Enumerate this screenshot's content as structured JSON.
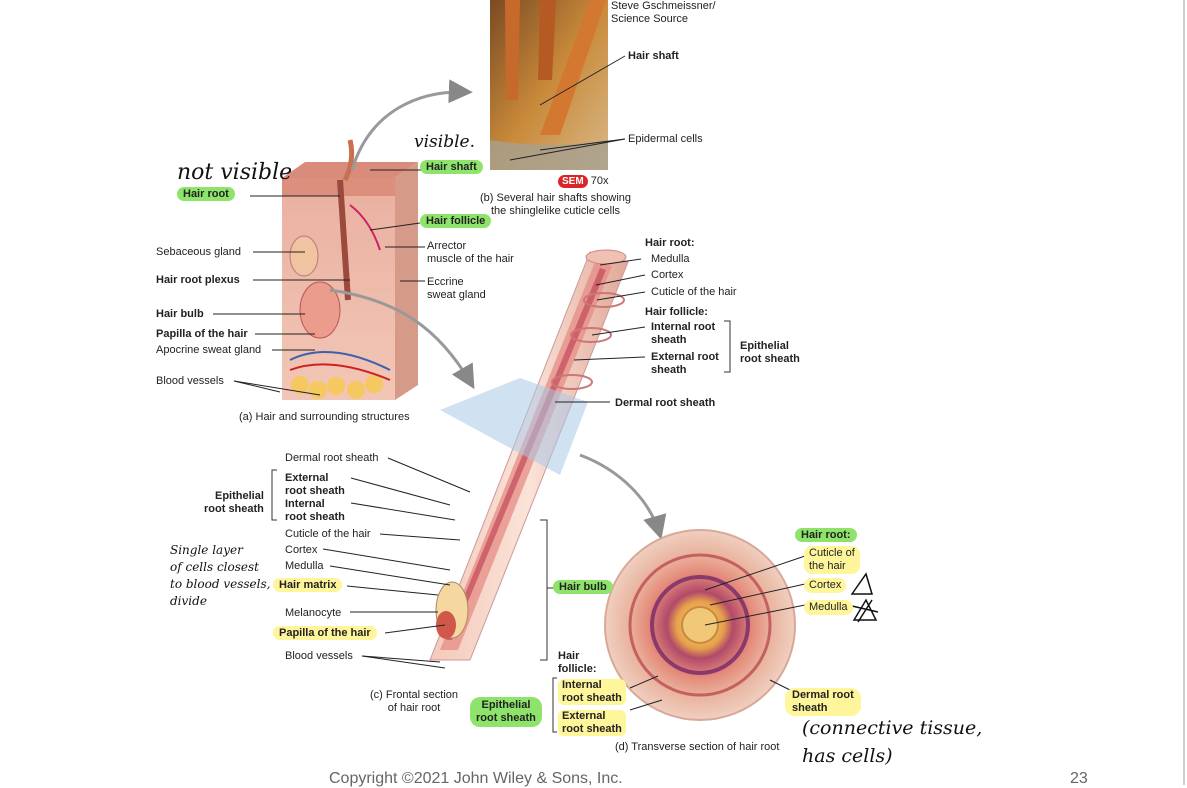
{
  "credit": "Steve Gschmeissner/\nScience Source",
  "panel_b": {
    "hair_shaft": "Hair shaft",
    "epidermal_cells": "Epidermal cells",
    "sem_badge": "SEM",
    "magnification": "70x",
    "caption": "(b) Several hair shafts showing\nthe shinglelike cuticle cells"
  },
  "panel_a": {
    "hair_shaft": "Hair shaft",
    "hair_root": "Hair root",
    "hair_follicle": "Hair follicle",
    "sebaceous_gland": "Sebaceous gland",
    "arrector": "Arrector\nmuscle of the hair",
    "hair_root_plexus": "Hair root plexus",
    "eccrine": "Eccrine\nsweat gland",
    "hair_bulb": "Hair bulb",
    "papilla": "Papilla of the hair",
    "apocrine": "Apocrine sweat gland",
    "blood_vessels": "Blood vessels",
    "caption": "(a) Hair and surrounding structures"
  },
  "panel_upper_root": {
    "hair_root_head": "Hair root:",
    "medulla": "Medulla",
    "cortex": "Cortex",
    "cuticle": "Cuticle of the hair",
    "hair_follicle_head": "Hair follicle:",
    "internal": "Internal root\nsheath",
    "external": "External root\nsheath",
    "epithelial": "Epithelial\nroot sheath",
    "dermal": "Dermal root sheath"
  },
  "panel_c": {
    "dermal": "Dermal root sheath",
    "external": "External\nroot sheath",
    "internal": "Internal\nroot sheath",
    "epithelial": "Epithelial\nroot sheath",
    "cuticle": "Cuticle of the hair",
    "cortex": "Cortex",
    "medulla": "Medulla",
    "hair_matrix": "Hair matrix",
    "melanocyte": "Melanocyte",
    "papilla": "Papilla of the hair",
    "blood_vessels": "Blood vessels",
    "hair_bulb": "Hair bulb",
    "caption": "(c) Frontal section\nof hair root"
  },
  "panel_d": {
    "hair_root_head": "Hair root:",
    "cuticle": "Cuticle of\nthe hair",
    "cortex": "Cortex",
    "medulla": "Medulla",
    "hair_follicle_head": "Hair\nfollicle:",
    "internal": "Internal\nroot sheath",
    "external": "External\nroot sheath",
    "epithelial": "Epithelial\nroot sheath",
    "dermal": "Dermal root\nsheath",
    "caption": "(d) Transverse section of hair root"
  },
  "handwriting": {
    "visible": "visible.",
    "not_visible": "not visible",
    "single_layer": "Single layer\nof cells closest\nto blood vessels,\ndivide",
    "connective": "(connective tissue,\nhas cells)"
  },
  "footer": {
    "copyright": "Copyright ©2021 John Wiley & Sons, Inc.",
    "page_number": "23"
  },
  "colors": {
    "highlight_green": "#8ee36a",
    "highlight_yellow": "#fff59a",
    "tissue_pink": "#e9a39a",
    "tissue_red": "#c9555a",
    "sem_red": "#d8262a"
  }
}
